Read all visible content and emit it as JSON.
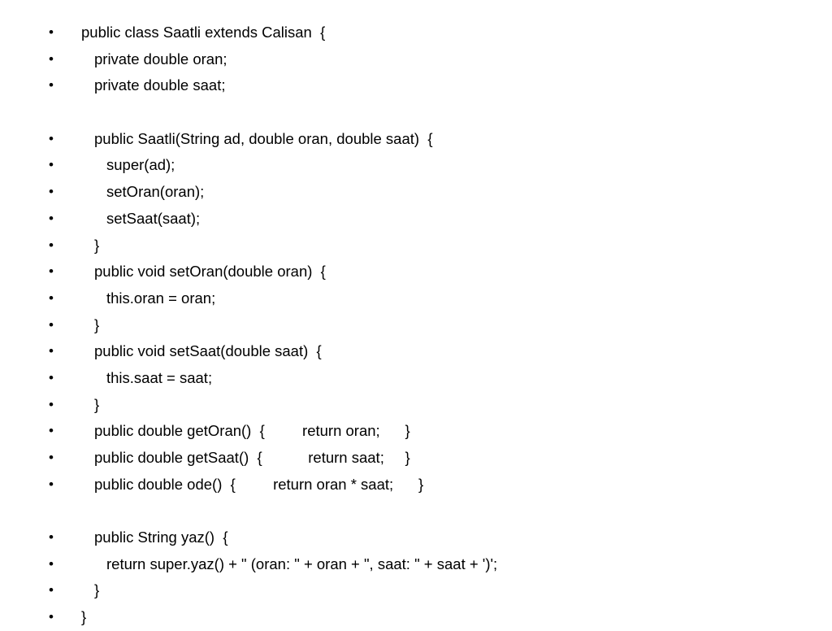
{
  "bullet": "•",
  "lines": [
    {
      "text": "public class Saatli extends Calisan  {",
      "indent": 0
    },
    {
      "text": "private double oran;",
      "indent": 1
    },
    {
      "text": "private double saat;",
      "indent": 1
    },
    {
      "text": "",
      "indent": 0,
      "blank": true
    },
    {
      "text": "public Saatli(String ad, double oran, double saat)  {",
      "indent": 1
    },
    {
      "text": "super(ad);",
      "indent": 2
    },
    {
      "text": "setOran(oran);",
      "indent": 2
    },
    {
      "text": "setSaat(saat);",
      "indent": 2
    },
    {
      "text": "}",
      "indent": 1
    },
    {
      "text": "public void setOran(double oran)  {",
      "indent": 1
    },
    {
      "text": "this.oran = oran;",
      "indent": 2
    },
    {
      "text": "}",
      "indent": 1
    },
    {
      "text": "public void setSaat(double saat)  {",
      "indent": 1
    },
    {
      "text": "this.saat = saat;",
      "indent": 2
    },
    {
      "text": "}",
      "indent": 1
    },
    {
      "text": "public double getOran()  {         return oran;      }",
      "indent": 1
    },
    {
      "text": "public double getSaat()  {           return saat;     }",
      "indent": 1
    },
    {
      "text": "public double ode()  {         return oran * saat;      }",
      "indent": 1
    },
    {
      "text": "",
      "indent": 0,
      "blank": true
    },
    {
      "text": "public String yaz()  {",
      "indent": 1
    },
    {
      "text": "return super.yaz() + \" (oran: \" + oran + \", saat: \" + saat + ')';",
      "indent": 2
    },
    {
      "text": "}",
      "indent": 1
    },
    {
      "text": "}",
      "indent": 0
    }
  ]
}
